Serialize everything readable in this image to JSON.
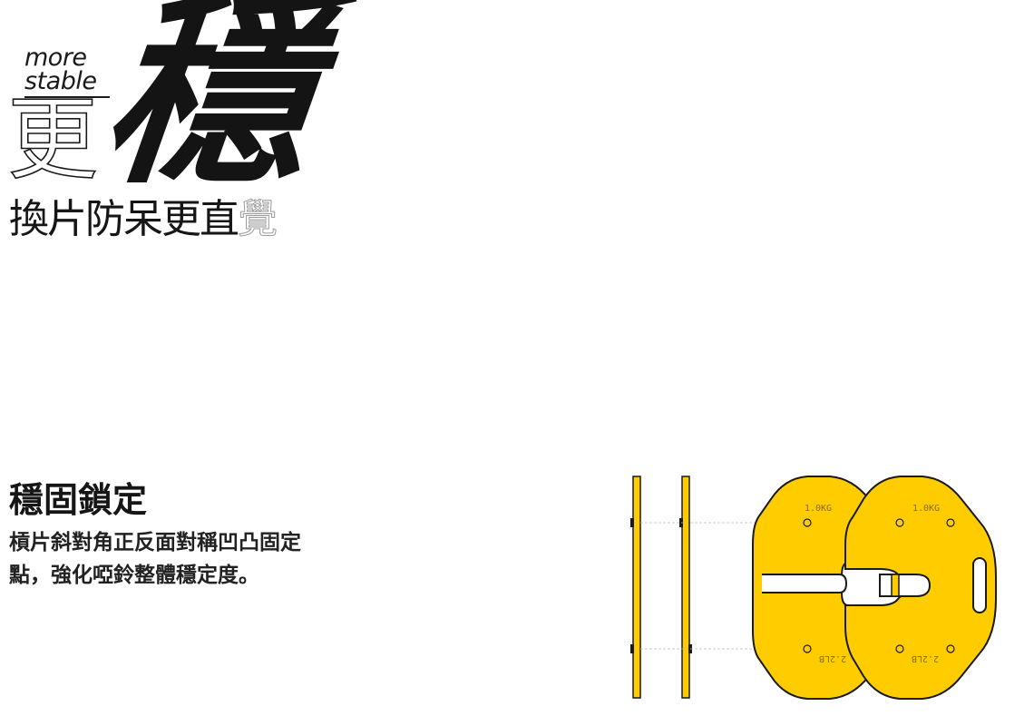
{
  "hero": {
    "en_line1": "more",
    "en_line2": "stable",
    "char_geng": "更",
    "char_wen": "穩",
    "subtitle_main": "換片防呆更直",
    "subtitle_tail": "覺"
  },
  "feature": {
    "title": "穩固鎖定",
    "desc_line1": "槓片斜對角正反面對稱凹凸固定",
    "desc_line2": "點，強化啞鈴整體穩定度。"
  },
  "plates": {
    "top_label": "1.0KG",
    "bottom_label": "2.2LB",
    "fill_color": "#FFCC00",
    "outline_color": "#1a1a1a"
  }
}
